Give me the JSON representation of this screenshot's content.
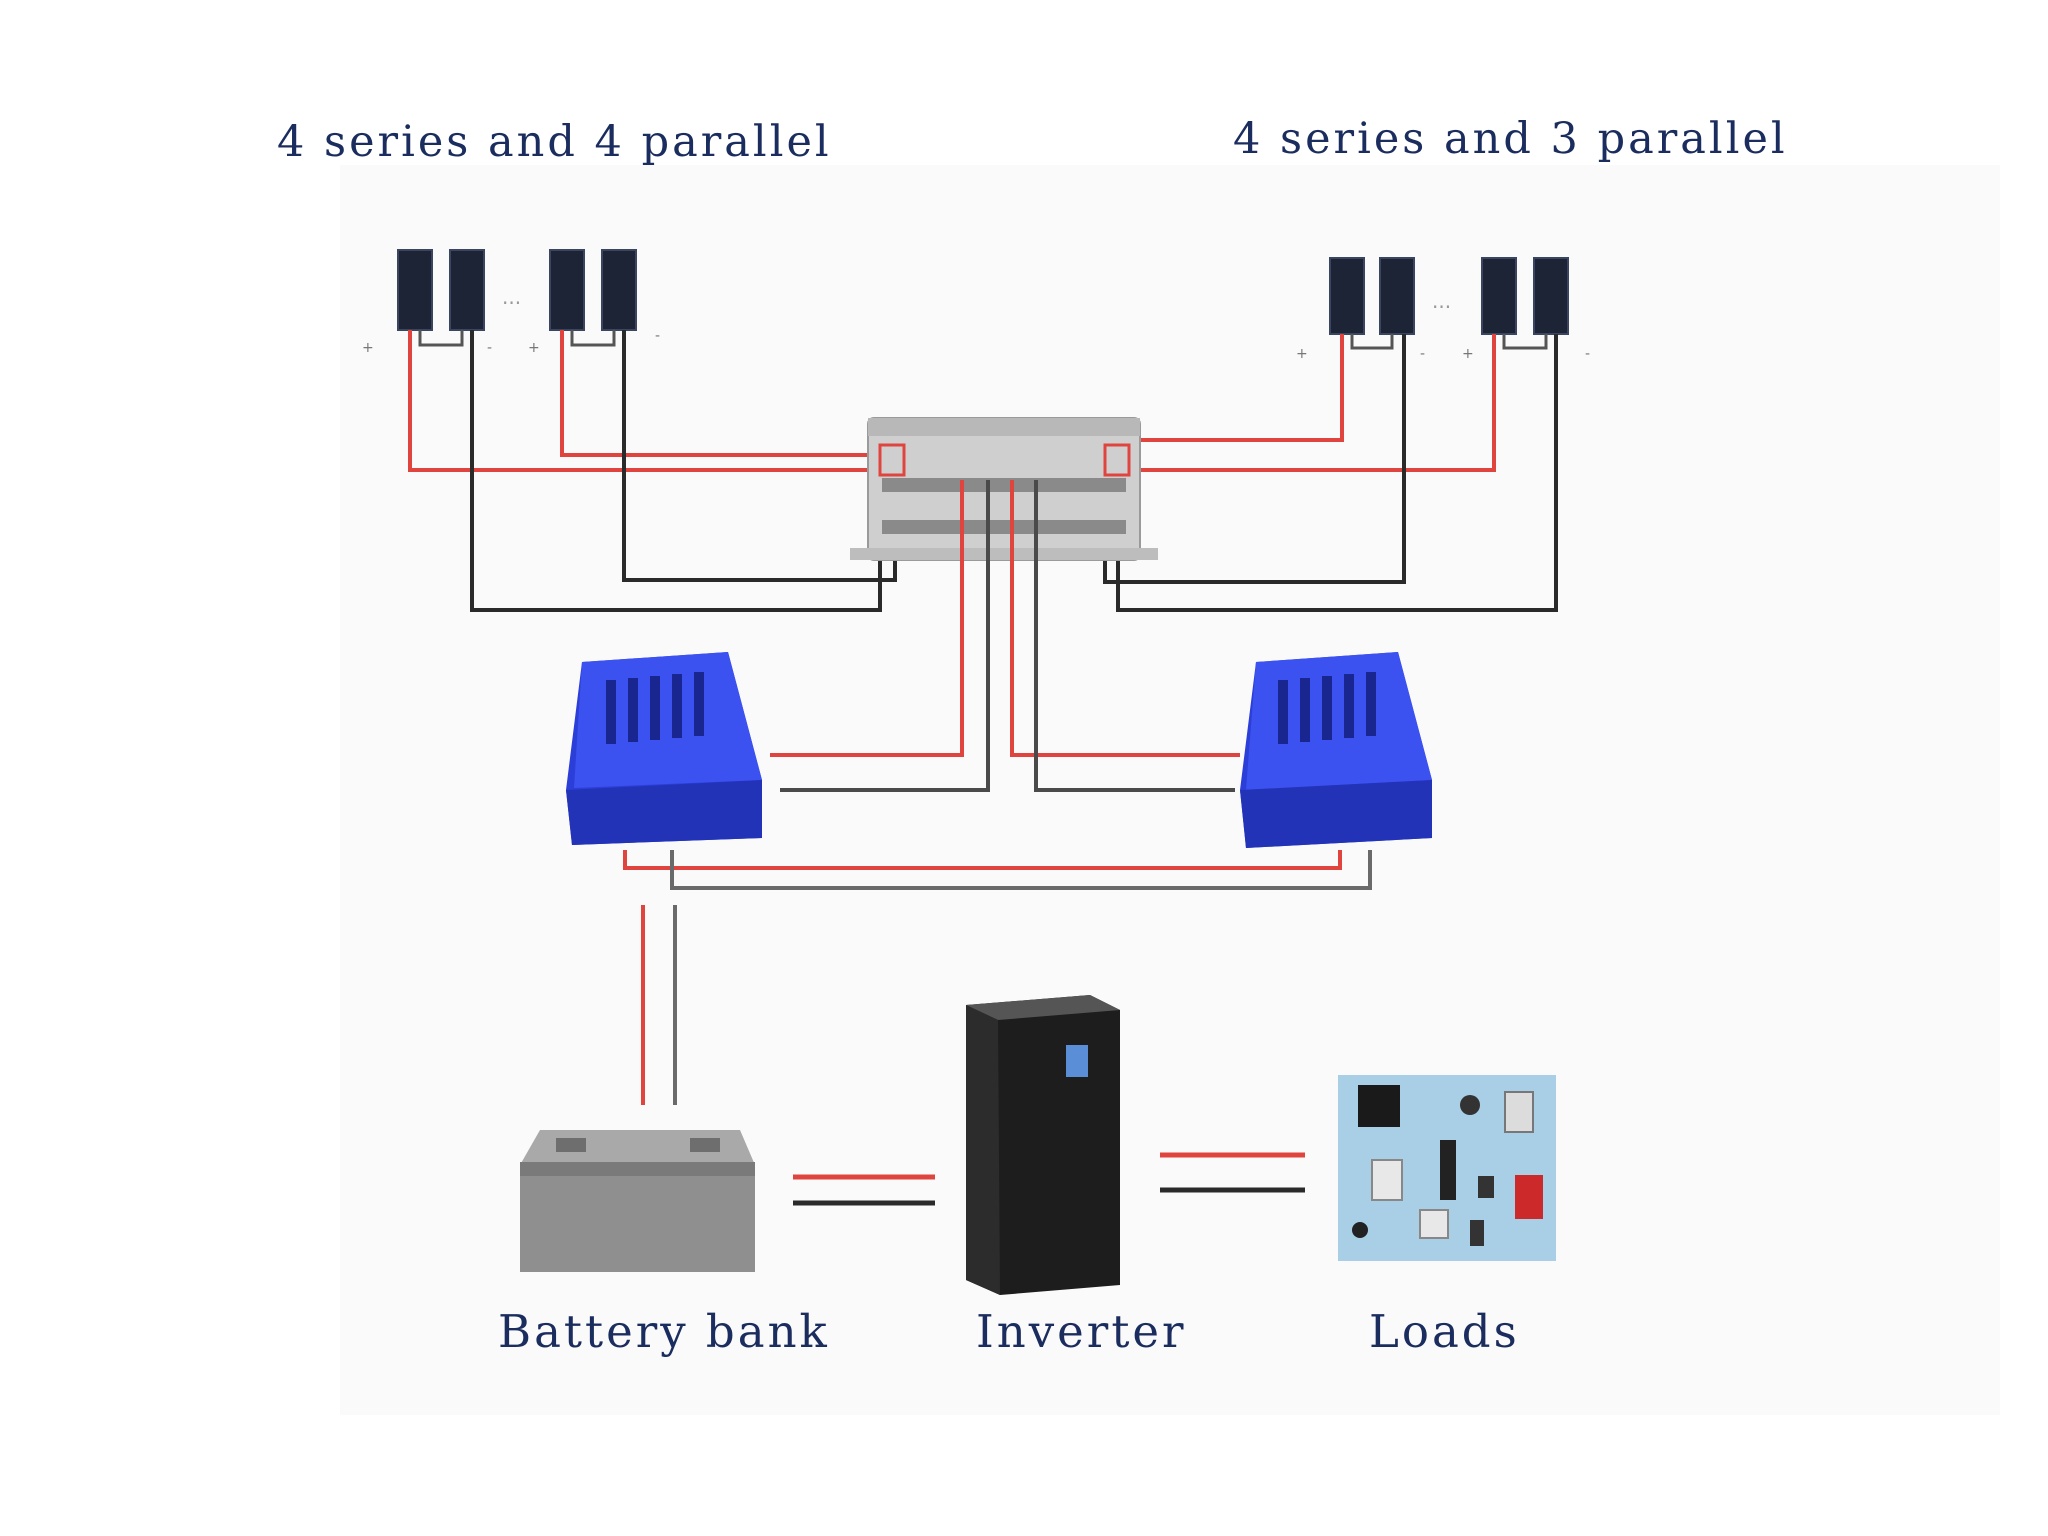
{
  "titles": {
    "left_array": "4 series and 4 parallel",
    "right_array": "4 series and 3 parallel"
  },
  "components": {
    "battery": "Battery bank",
    "inverter": "Inverter",
    "loads": "Loads"
  },
  "colors": {
    "label_text": "#1b2d5e",
    "positive_wire": "#e0443f",
    "negative_wire": "#2a2a2a",
    "charge_controller": "#2b3fd8",
    "solar_panel": "#1c2436",
    "combiner_box": "#c9c9c9",
    "battery": "#8f8f8f",
    "inverter": "#1d1d1d",
    "loads_panel": "#a9cfe6"
  },
  "icons": {
    "solar_panel": "solar-panel-icon",
    "combiner": "combiner-box-icon",
    "controller": "charge-controller-icon",
    "battery": "battery-icon",
    "inverter": "inverter-icon",
    "loads": "loads-panel-icon"
  }
}
